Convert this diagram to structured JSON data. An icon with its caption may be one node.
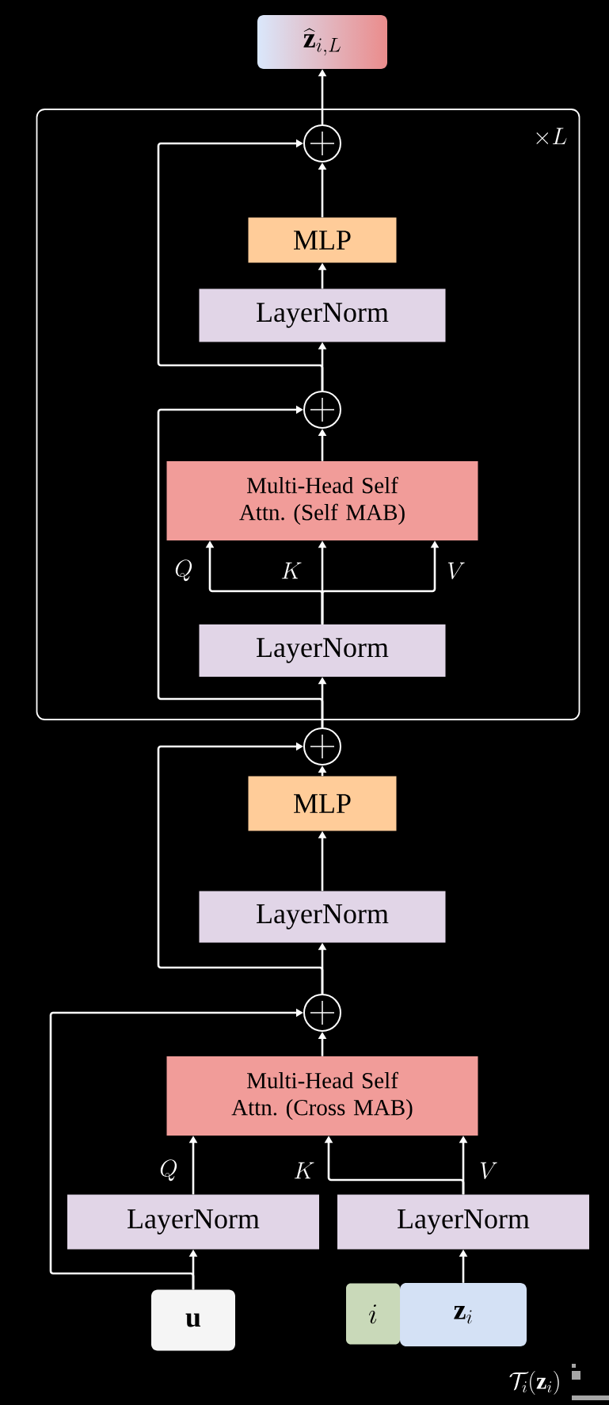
{
  "diagram": {
    "nodes": [
      {
        "text": [
          "\\widehat{\\mathbf{z}}_{i,L}"
        ]
      },
      {
        "text": [
          "\\times L"
        ]
      },
      {
        "text": [],
        "shape": "circle",
        "in": 1
      },
      {
        "text": [
          "MLP"
        ],
        "in": 1
      },
      {
        "text": [
          "LayerNorm"
        ],
        "in": 1
      },
      {
        "text": [],
        "shape": "circle",
        "in": 1
      },
      {
        "text": [
          "Multi-Head Self Attn. (Self MAB)"
        ],
        "in": 1
      },
      {
        "text": [
          "LayerNorm"
        ],
        "in": 1
      },
      {
        "text": [],
        "shape": "circle"
      },
      {
        "text": [
          "MLP"
        ]
      },
      {
        "text": [
          "LayerNorm"
        ]
      },
      {
        "text": [],
        "shape": "circle"
      },
      {
        "text": [
          "Multi-Head Self Attn. (Cross MAB)"
        ]
      },
      {
        "text": [
          "LayerNorm"
        ]
      },
      {
        "text": [
          "LayerNorm"
        ]
      },
      {
        "text": [
          "\\mathbf{u}"
        ]
      },
      {
        "text": [
          "i"
        ]
      },
      {
        "text": [
          "\\mathbf{z}_i"
        ]
      }
    ],
    "edges": [
      {
        "from": 2,
        "to": 0,
        "arrow": "to"
      },
      {
        "from": 3,
        "to": 2,
        "arrow": "to"
      },
      {
        "from": 4,
        "to": 3,
        "arrow": "to"
      },
      {
        "from": 5,
        "to": 4,
        "arrow": "to"
      },
      {
        "from": 5,
        "to": 2,
        "arrow": "to"
      },
      {
        "from": 6,
        "to": 5,
        "arrow": "to"
      },
      {
        "from": 7,
        "to": 6,
        "arrow": "to",
        "label": "Q"
      },
      {
        "from": 7,
        "to": 6,
        "arrow": "to",
        "label": "K"
      },
      {
        "from": 7,
        "to": 6,
        "arrow": "to",
        "label": "V"
      },
      {
        "from": 8,
        "to": 7,
        "arrow": "to"
      },
      {
        "from": 8,
        "to": 5,
        "arrow": "to"
      },
      {
        "from": 9,
        "to": 8,
        "arrow": "to"
      },
      {
        "from": 10,
        "to": 9,
        "arrow": "to"
      },
      {
        "from": 11,
        "to": 10,
        "arrow": "to"
      },
      {
        "from": 11,
        "to": 8,
        "arrow": "to"
      },
      {
        "from": 12,
        "to": 11,
        "arrow": "to"
      },
      {
        "from": 13,
        "to": 12,
        "arrow": "to",
        "label": "Q"
      },
      {
        "from": 14,
        "to": 12,
        "arrow": "to",
        "label": "K"
      },
      {
        "from": 14,
        "to": 12,
        "arrow": "to",
        "label": "V"
      },
      {
        "from": 15,
        "to": 13,
        "arrow": "to"
      },
      {
        "from": 15,
        "to": 11,
        "arrow": "to"
      },
      {
        "from": 17,
        "to": 14,
        "arrow": "to"
      }
    ],
    "labels": [
      "\\mathcal{T}_i(\\mathbf{z}_i)"
    ]
  }
}
